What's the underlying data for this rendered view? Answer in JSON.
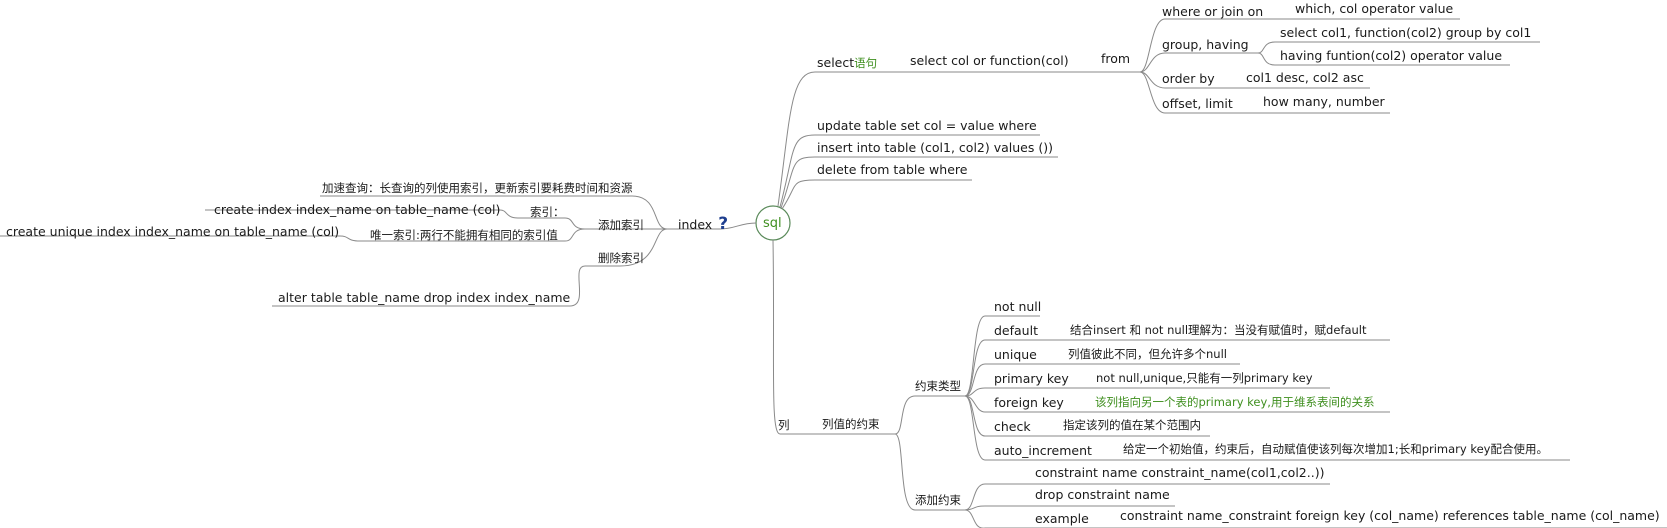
{
  "root": "sql",
  "index": {
    "label": "index",
    "icon": "question-icon",
    "accelerate": "加速查询：长查询的列使用索引，更新索引要耗费时间和资源",
    "add_index": {
      "label": "添加索引",
      "index": {
        "label": "索引：",
        "sql": "create index index_name on table_name (col)"
      },
      "unique": {
        "label": "唯一索引:两行不能拥有相同的索引值",
        "sql": "create unique index index_name on table_name (col)"
      }
    },
    "drop_index": {
      "label": "删除索引",
      "sql": "alter table table_name drop index index_name"
    }
  },
  "select": {
    "label_en": "select",
    "label_cn": "语句",
    "stmt": "select col or function(col)",
    "from": "from",
    "where": {
      "label": "where or join on",
      "value": "which, col operator value"
    },
    "group": {
      "label": "group, having",
      "v1": "select col1, function(col2) group by col1",
      "v2": "having funtion(col2) operator value"
    },
    "order": {
      "label": "order by",
      "value": "col1 desc, col2 asc"
    },
    "offset": {
      "label": "offset, limit",
      "value": "how many, number"
    }
  },
  "update": "update table set col = value where",
  "insert": "insert into table (col1, col2) values ())",
  "delete": "delete from table where",
  "column": {
    "label": "列",
    "constraint_of_column": "列值的约束",
    "constraint_types": {
      "label": "约束类型",
      "not_null": "not null",
      "default": {
        "label": "default",
        "desc": "结合insert 和 not null理解为：当没有赋值时，赋default"
      },
      "unique": {
        "label": "unique",
        "desc": "列值彼此不同，但允许多个null"
      },
      "primary_key": {
        "label": "primary key",
        "desc": "not null,unique,只能有一列primary key"
      },
      "foreign_key": {
        "label": "foreign key",
        "desc": "该列指向另一个表的primary key,用于维系表间的关系"
      },
      "check": {
        "label": "check",
        "desc": "指定该列的值在某个范围内"
      },
      "auto_increment": {
        "label": "auto_increment",
        "desc": "给定一个初始值，约束后，自动赋值使该列每次增加1;长和primary key配合使用。"
      }
    },
    "add_constraint": {
      "label": "添加约束",
      "c1": "constraint name constraint_name(col1,col2..))",
      "c2": "drop constraint name",
      "example": {
        "label": "example",
        "sql": "constraint name_constraint foreign key (col_name) references table_name (col_name)"
      }
    }
  },
  "colors": {
    "line": "#8a8a8a",
    "text": "#1a1a1a",
    "green": "#3f8f1f",
    "icon": "#1f3f8f"
  }
}
